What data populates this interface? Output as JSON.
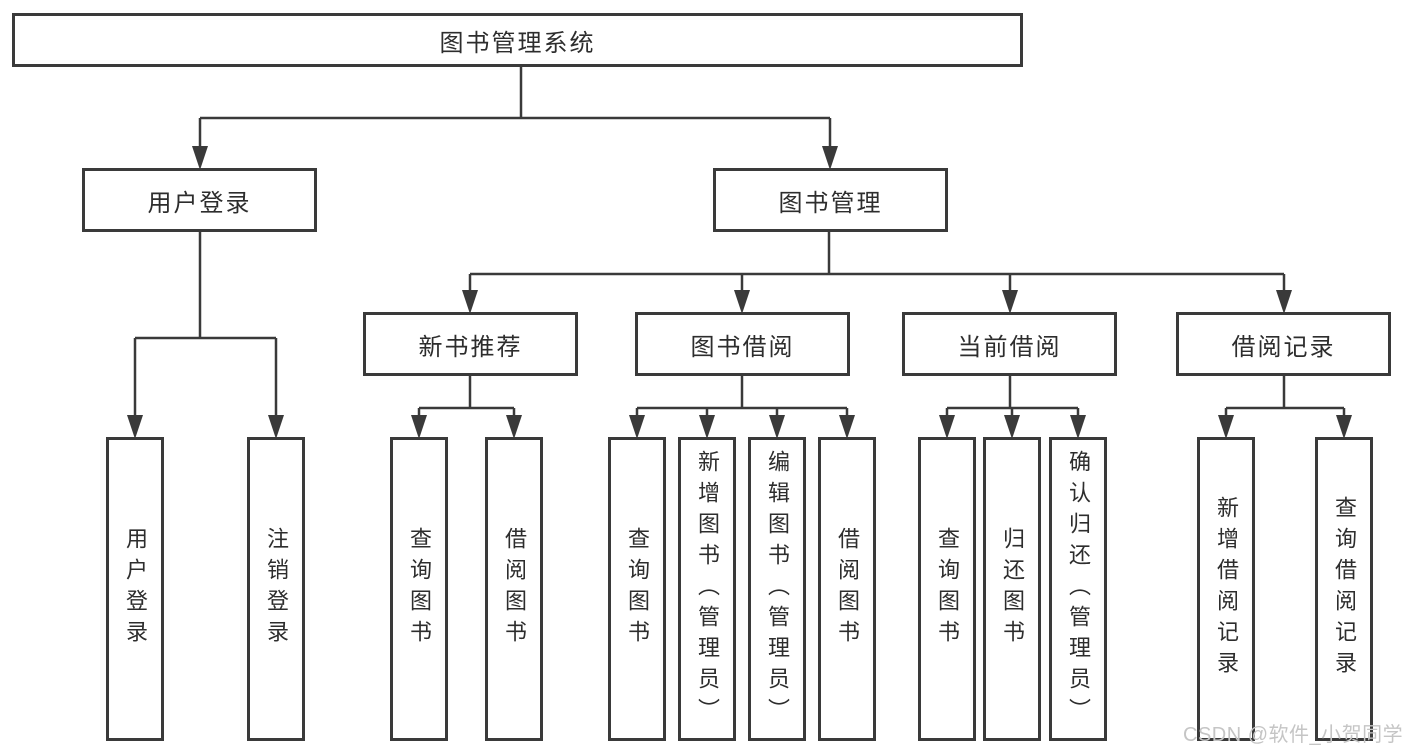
{
  "root": {
    "label": "图书管理系统"
  },
  "branches": [
    {
      "label": "用户登录",
      "children": [
        {
          "label": "用户登录"
        },
        {
          "label": "注销登录"
        }
      ]
    },
    {
      "label": "图书管理",
      "children": [
        {
          "label": "新书推荐",
          "children": [
            {
              "label": "查询图书"
            },
            {
              "label": "借阅图书"
            }
          ]
        },
        {
          "label": "图书借阅",
          "children": [
            {
              "label": "查询图书"
            },
            {
              "label": "新增图书（管理员）"
            },
            {
              "label": "编辑图书（管理员）"
            },
            {
              "label": "借阅图书"
            }
          ]
        },
        {
          "label": "当前借阅",
          "children": [
            {
              "label": "查询图书"
            },
            {
              "label": "归还图书"
            },
            {
              "label": "确认归还（管理员）"
            }
          ]
        },
        {
          "label": "借阅记录",
          "children": [
            {
              "label": "新增借阅记录"
            },
            {
              "label": "查询借阅记录"
            }
          ]
        }
      ]
    }
  ],
  "watermark": "CSDN @软件_小贺同学",
  "colors": {
    "line": "#3a3a3a",
    "text": "#2d2d2d",
    "background": "#ffffff",
    "watermark": "#c5c5c5"
  }
}
